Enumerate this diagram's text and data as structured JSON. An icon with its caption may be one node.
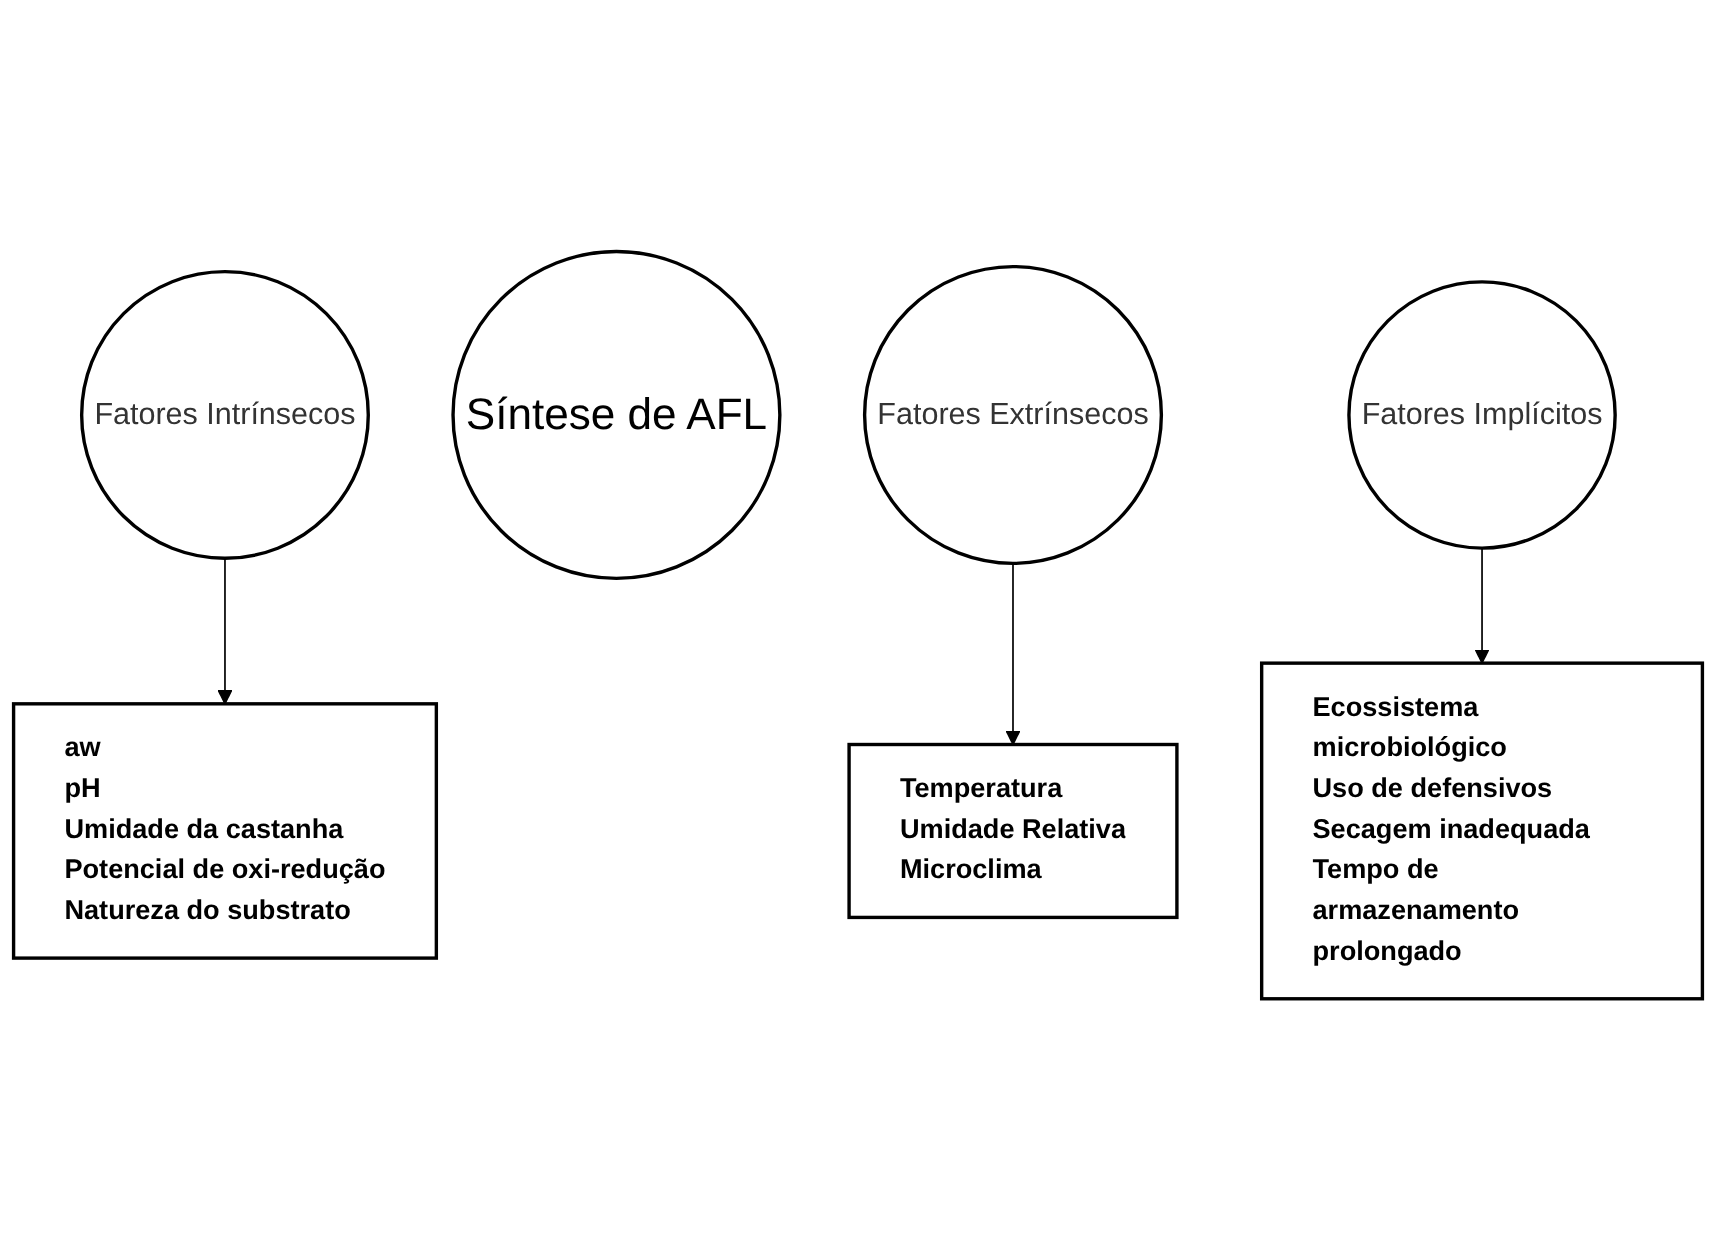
{
  "diagram": {
    "nodes": [
      {
        "text": [
          "Fatores Intrínsecos"
        ]
      },
      {
        "text": [
          "Síntese de AFL"
        ]
      },
      {
        "text": [
          "Fatores Extrínsecos"
        ]
      },
      {
        "text": [
          "aw",
          "pH",
          "Umidade da castanha",
          "Potencial de oxi-redução",
          "Natureza do substrato"
        ]
      },
      {
        "text": [
          "Fatores Implícitos"
        ]
      },
      {
        "text": [
          "Temperatura",
          "Umidade Relativa",
          "Microclima"
        ]
      },
      {
        "text": [
          "Ecossistema microbiológico",
          "Uso de defensivos",
          "Secagem inadequada",
          "Tempo de armazenamento prolongado"
        ]
      }
    ],
    "edges": [
      {
        "from": 0,
        "to": 3,
        "arrow": "to"
      },
      {
        "from": 2,
        "to": 5,
        "arrow": "to"
      },
      {
        "from": 4,
        "to": 6,
        "arrow": "to"
      }
    ]
  }
}
